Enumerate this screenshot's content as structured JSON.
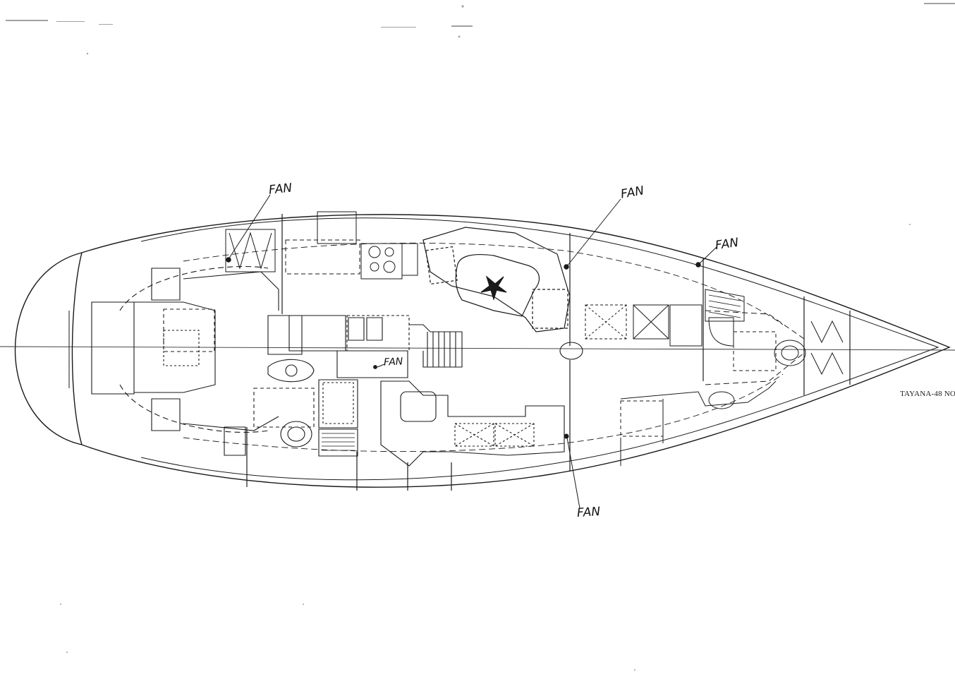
{
  "drawing": {
    "caption": "TAYANA-48 NO.",
    "fan_labels": [
      "FAN",
      "FAN",
      "FAN",
      "FAN",
      "FAN"
    ]
  },
  "colors": {
    "ink": "#1a1a1a",
    "paper": "#ffffff"
  }
}
